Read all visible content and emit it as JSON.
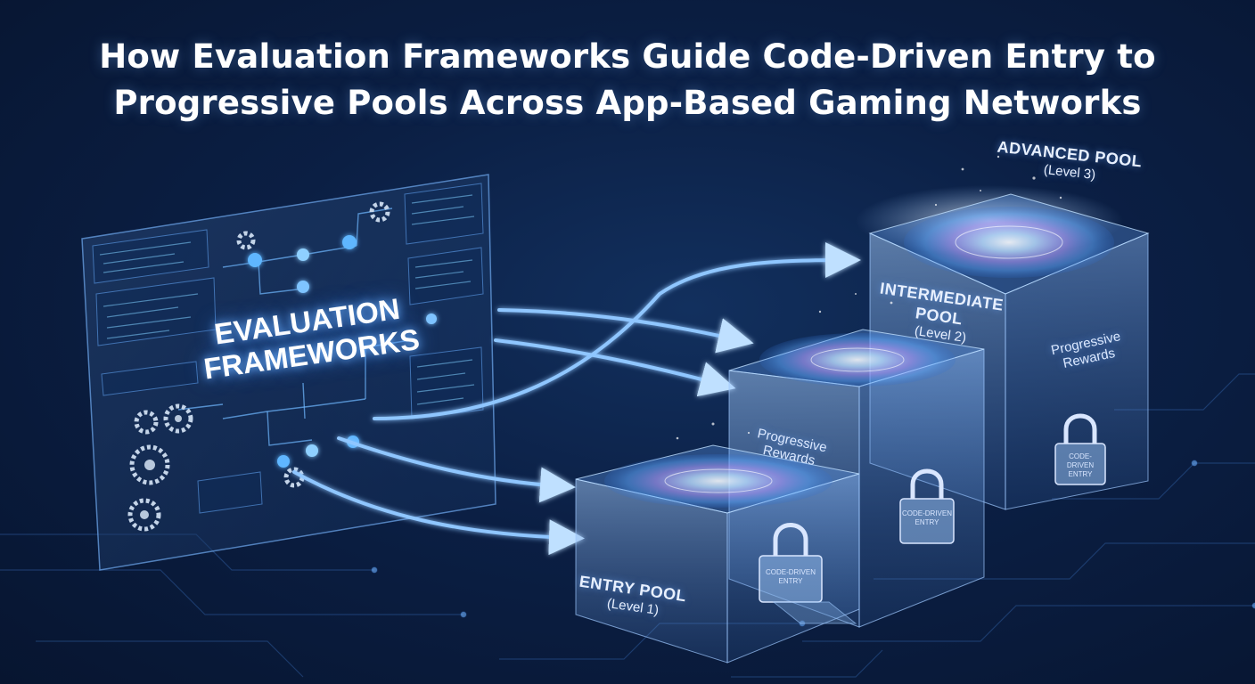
{
  "title": {
    "line1": "How Evaluation Frameworks Guide Code-Driven Entry to",
    "line2": "Progressive Pools Across App-Based Gaming Networks"
  },
  "framework_panel": {
    "label_line1": "EVALUATION",
    "label_line2": "FRAMEWORKS"
  },
  "pools": [
    {
      "name": "ENTRY POOL",
      "level": "(Level 1)",
      "lock": "CODE-DRIVEN ENTRY"
    },
    {
      "name": "INTERMEDIATE POOL",
      "level": "(Level 2)",
      "rewards": "Progressive Rewards",
      "lock": "CODE-DRIVEN ENTRY"
    },
    {
      "name": "ADVANCED POOL",
      "level": "(Level 3)",
      "rewards": "Progressive Rewards",
      "lock": "CODE-DRIVEN ENTRY"
    }
  ],
  "colors": {
    "background": "#0b1f44",
    "glow": "#6fb2ff",
    "arrow": "#8fc6ff",
    "pool_glass": "#9ec8ff",
    "swirl": "#c8a8ff"
  }
}
